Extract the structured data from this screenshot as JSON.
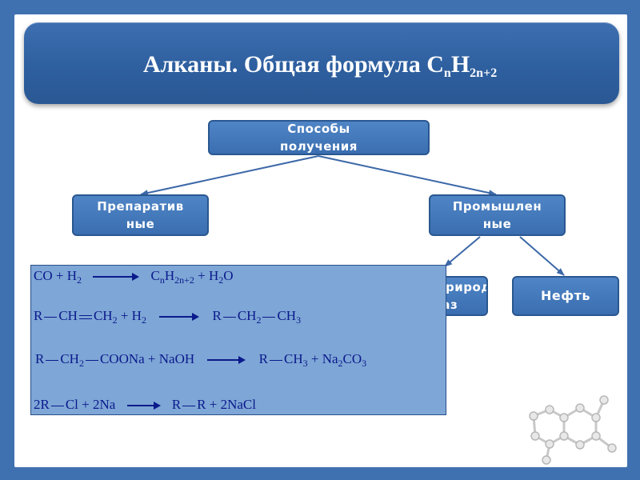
{
  "title": {
    "main": "Алканы. Общая формула C",
    "sub_n": "n",
    "h": "H",
    "sub_2n2": "2n+2"
  },
  "nodes": {
    "root": [
      "Способы",
      "получения"
    ],
    "preparative": [
      "Препаратив",
      "ные"
    ],
    "industrial": [
      "Промышлен",
      "ные"
    ],
    "natural_gas": [
      "Природн",
      "газ"
    ],
    "oil": "Нефть"
  },
  "equations": {
    "eq1": {
      "left": "CO + H",
      "left_sub": "2",
      "right_a": "C",
      "right_sub1": "n",
      "right_b": "H",
      "right_sub2": "2n+2",
      "right_c": " + H",
      "right_sub3": "2",
      "right_d": "O"
    },
    "eq2": {
      "a": "R",
      "b": "CH",
      "c": "CH",
      "c_sub": "2",
      "d": " + H",
      "d_sub": "2",
      "e": "R",
      "f": "CH",
      "f_sub": "2",
      "g": "CH",
      "g_sub": "3"
    },
    "eq3": {
      "a": "R",
      "b": "CH",
      "b_sub": "2",
      "c": "COONa + NaOH",
      "d": "R",
      "e": "CH",
      "e_sub": "3",
      "f": " + Na",
      "f_sub": "2",
      "g": "CO",
      "g_sub": "3"
    },
    "eq4": {
      "a": "2R",
      "b": "Cl + 2Na",
      "c": "R",
      "d": "R + 2NaCl"
    }
  },
  "decoration": {
    "molecule_icon": "molecule-structure-icon"
  },
  "colors": {
    "background": "#3f70b0",
    "title_bar": "#2e5f9f",
    "node_fill": "#4a80c2",
    "equation_box": "#7ea6d6",
    "equation_text": "#0a1a8c",
    "arrow": "#3c68a8"
  }
}
